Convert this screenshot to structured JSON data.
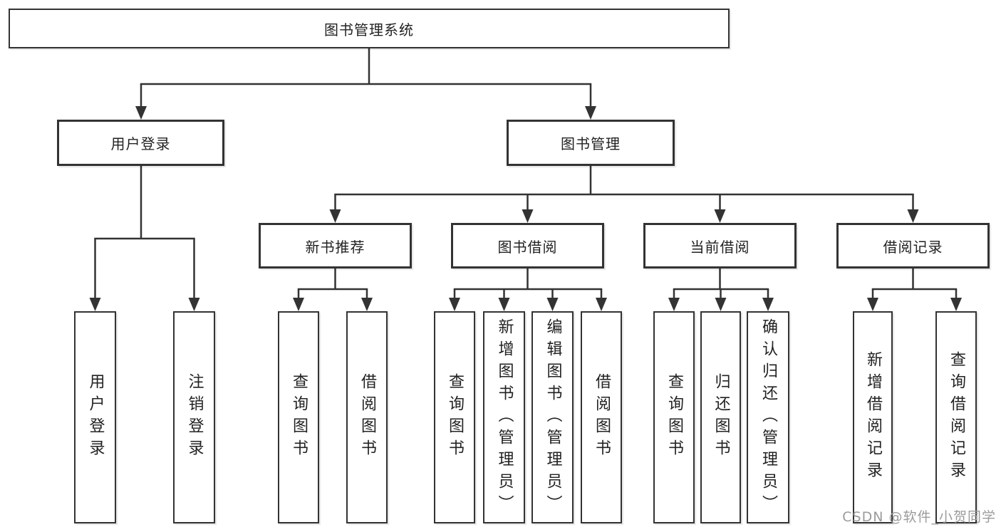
{
  "diagram_title": "图书管理系统",
  "nodes": {
    "root": "图书管理系统",
    "level2": {
      "user_login": "用户登录",
      "book_management": "图书管理"
    },
    "level3": {
      "new_book": "新书推荐",
      "borrow": "图书借阅",
      "current": "当前借阅",
      "records": "借阅记录"
    },
    "leaves": {
      "user_login": [
        "用户登录",
        "注销登录"
      ],
      "new_book": [
        "查询图书",
        "借阅图书"
      ],
      "borrow": [
        "查询图书",
        "新增图书（管理员）",
        "编辑图书（管理员）",
        "借阅图书"
      ],
      "current": [
        "查询图书",
        "归还图书",
        "确认归还（管理员）"
      ],
      "records": [
        "新增借阅记录",
        "查询借阅记录"
      ]
    }
  },
  "watermark": "CSDN @软件_小贺同学",
  "colors": {
    "line": "#333333",
    "box_border": "#333333",
    "box_fill": "#ffffff",
    "text": "#222222",
    "watermark": "#9b9b9b",
    "background": "#ffffff"
  }
}
